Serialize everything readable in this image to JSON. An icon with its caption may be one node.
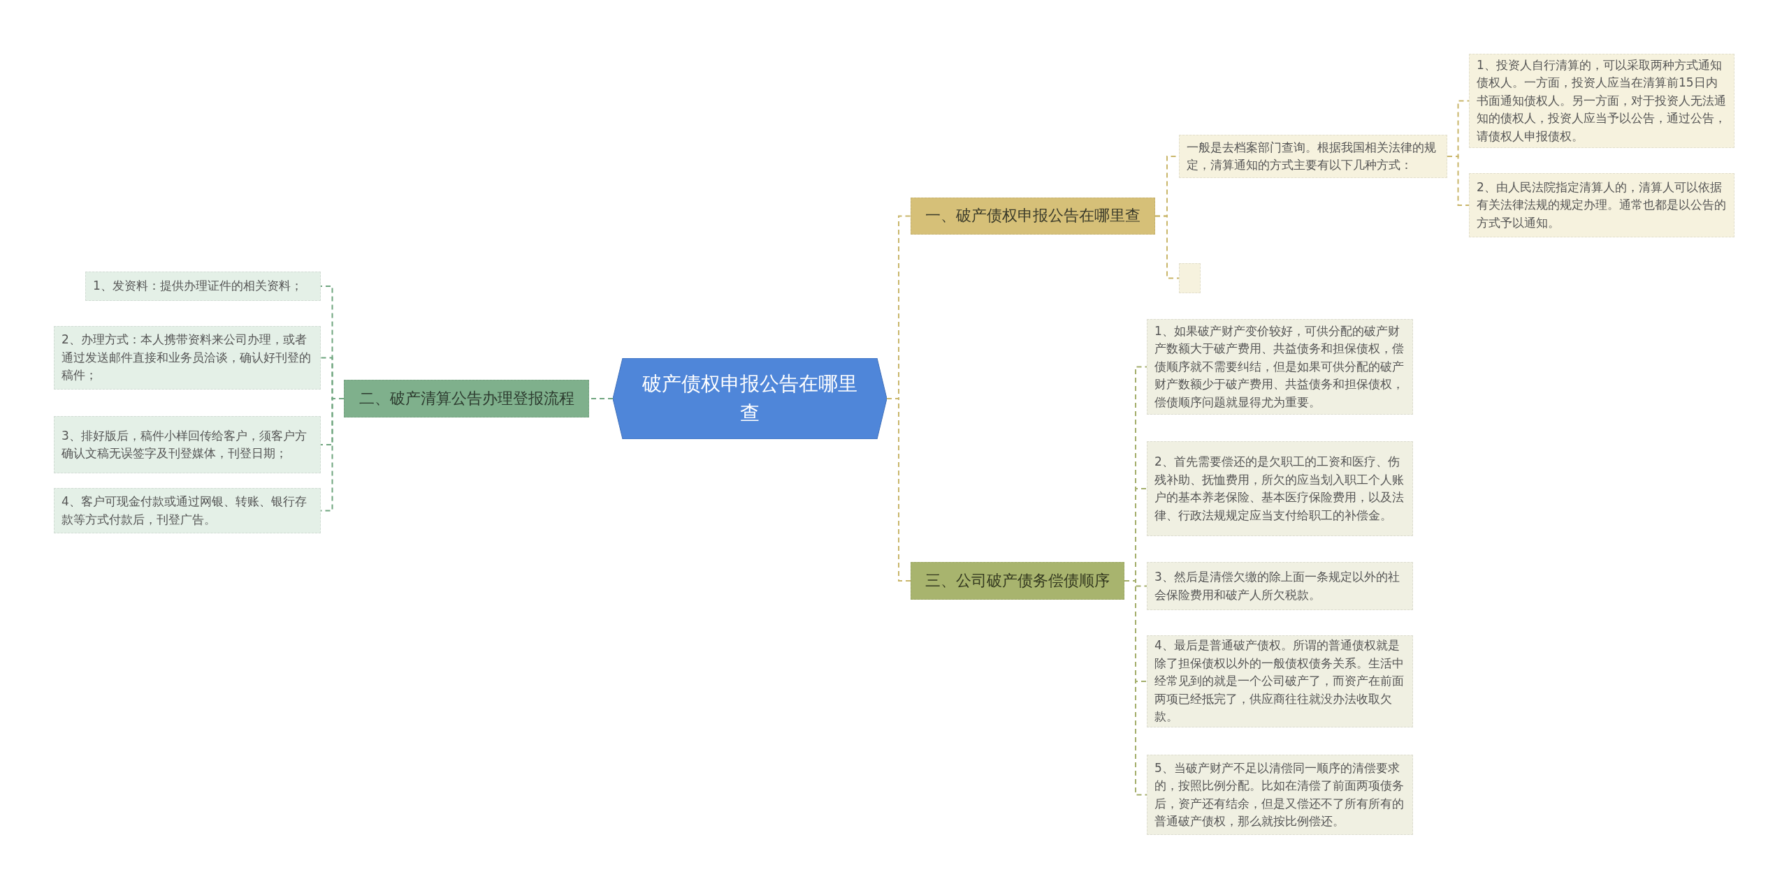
{
  "diagram": {
    "nodes": [
      {
        "text": [
          "破产债权申报公告在哪里查"
        ]
      },
      {
        "text": [
          "一、破产债权申报公告在哪里查"
        ]
      },
      {
        "text": [
          "一般是去档案部门查询。根据我国相关法律的规定，清算通知的方式主要有以下几种方式："
        ]
      },
      {
        "text": [
          "1、投资人自行清算的，可以采取两种方式通知债权人。一方面，投资人应当在清算前15日内书面通知债权人。另一方面，对于投资人无法通知的债权人，投资人应当予以公告，通过公告，请债权人申报债权。"
        ]
      },
      {
        "text": [
          "2、由人民法院指定清算人的，清算人可以依据有关法律法规的规定办理。通常也都是以公告的方式予以通知。"
        ]
      },
      {
        "text": [],
        "shape": "box"
      },
      {
        "text": [
          "二、破产清算公告办理登报流程"
        ]
      },
      {
        "text": [
          "1、发资料：提供办理证件的相关资料；"
        ]
      },
      {
        "text": [
          "2、办理方式：本人携带资料来公司办理，或者通过发送邮件直接和业务员洽谈，确认好刊登的稿件；"
        ]
      },
      {
        "text": [
          "3、排好版后，稿件小样回传给客户，须客户方确认文稿无误签字及刊登媒体，刊登日期；"
        ]
      },
      {
        "text": [
          "4、客户可现金付款或通过网银、转账、银行存款等方式付款后，刊登广告。"
        ]
      },
      {
        "text": [
          "三、公司破产债务偿债顺序"
        ]
      },
      {
        "text": [
          "1、如果破产财产变价较好，可供分配的破产财产数额大于破产费用、共益债务和担保债权，偿债顺序就不需要纠结，但是如果可供分配的破产财产数额少于破产费用、共益债务和担保债权，偿债顺序问题就显得尤为重要。"
        ]
      },
      {
        "text": [
          "2、首先需要偿还的是欠职工的工资和医疗、伤残补助、抚恤费用，所欠的应当划入职工个人账户的基本养老保险、基本医疗保险费用，以及法律、行政法规规定应当支付给职工的补偿金。"
        ]
      },
      {
        "text": [
          "3、然后是清偿欠缴的除上面一条规定以外的社会保险费用和破产人所欠税款。"
        ]
      },
      {
        "text": [
          "4、最后是普通破产债权。所谓的普通债权就是除了担保债权以外的一般债权债务关系。生活中经常见到的就是一个公司破产了，而资产在前面两项已经抵完了，供应商往往就没办法收取欠款。"
        ]
      },
      {
        "text": [
          "5、当破产财产不足以清偿同一顺序的清偿要求的，按照比例分配。比如在清偿了前面两项债务后，资产还有结余，但是又偿还不了所有所有的普通破产债权，那么就按比例偿还。"
        ]
      }
    ],
    "edges": [
      {
        "from": 0,
        "to": 1,
        "arrow": "none",
        "color": "#c9b66a"
      },
      {
        "from": 1,
        "to": 2,
        "arrow": "none",
        "color": "#c9b66a"
      },
      {
        "from": 2,
        "to": 3,
        "arrow": "none",
        "color": "#c9b66a"
      },
      {
        "from": 2,
        "to": 4,
        "arrow": "none",
        "color": "#c9b66a"
      },
      {
        "from": 1,
        "to": 5,
        "arrow": "none",
        "color": "#c9b66a"
      },
      {
        "from": 0,
        "to": 6,
        "arrow": "none",
        "color": "#6fa57f"
      },
      {
        "from": 6,
        "to": 7,
        "arrow": "none",
        "color": "#6fa57f"
      },
      {
        "from": 6,
        "to": 8,
        "arrow": "none",
        "color": "#6fa57f"
      },
      {
        "from": 6,
        "to": 9,
        "arrow": "none",
        "color": "#6fa57f"
      },
      {
        "from": 6,
        "to": 10,
        "arrow": "none",
        "color": "#6fa57f"
      },
      {
        "from": 0,
        "to": 11,
        "arrow": "none",
        "color": "#c9b66a"
      },
      {
        "from": 11,
        "to": 12,
        "arrow": "none",
        "color": "#a3ad6a"
      },
      {
        "from": 11,
        "to": 13,
        "arrow": "none",
        "color": "#a3ad6a"
      },
      {
        "from": 11,
        "to": 14,
        "arrow": "none",
        "color": "#a3ad6a"
      },
      {
        "from": 11,
        "to": 15,
        "arrow": "none",
        "color": "#a3ad6a"
      },
      {
        "from": 11,
        "to": 16,
        "arrow": "none",
        "color": "#a3ad6a"
      }
    ]
  }
}
